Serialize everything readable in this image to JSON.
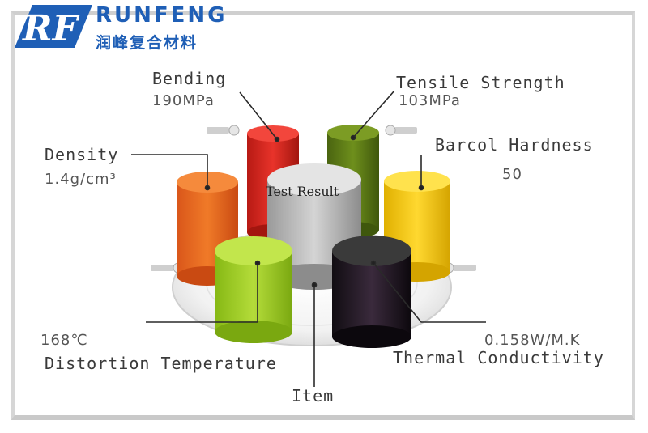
{
  "header": {
    "logo_letters": "RF",
    "brand": "RUNFENG",
    "brand_cn": "润峰复合材料",
    "brand_color": "#1f5fb6"
  },
  "chart_title": "Test Result",
  "center_label": "Item",
  "items": [
    {
      "name": "Bending",
      "value": "190MPa",
      "color": "#d9261c"
    },
    {
      "name": "Tensile Strength",
      "value": "103MPa",
      "color": "#5d7a14"
    },
    {
      "name": "Density",
      "value": "1.4g/cm³",
      "color": "#e8661a"
    },
    {
      "name": "Barcol Hardness",
      "value": "50",
      "color": "#f0c800"
    },
    {
      "name": "Distortion Temperature",
      "value": "168℃",
      "color": "#9ccc1e"
    },
    {
      "name": "Thermal Conductivity",
      "value": "0.158W/M.K",
      "color": "#1e1a1e"
    }
  ]
}
